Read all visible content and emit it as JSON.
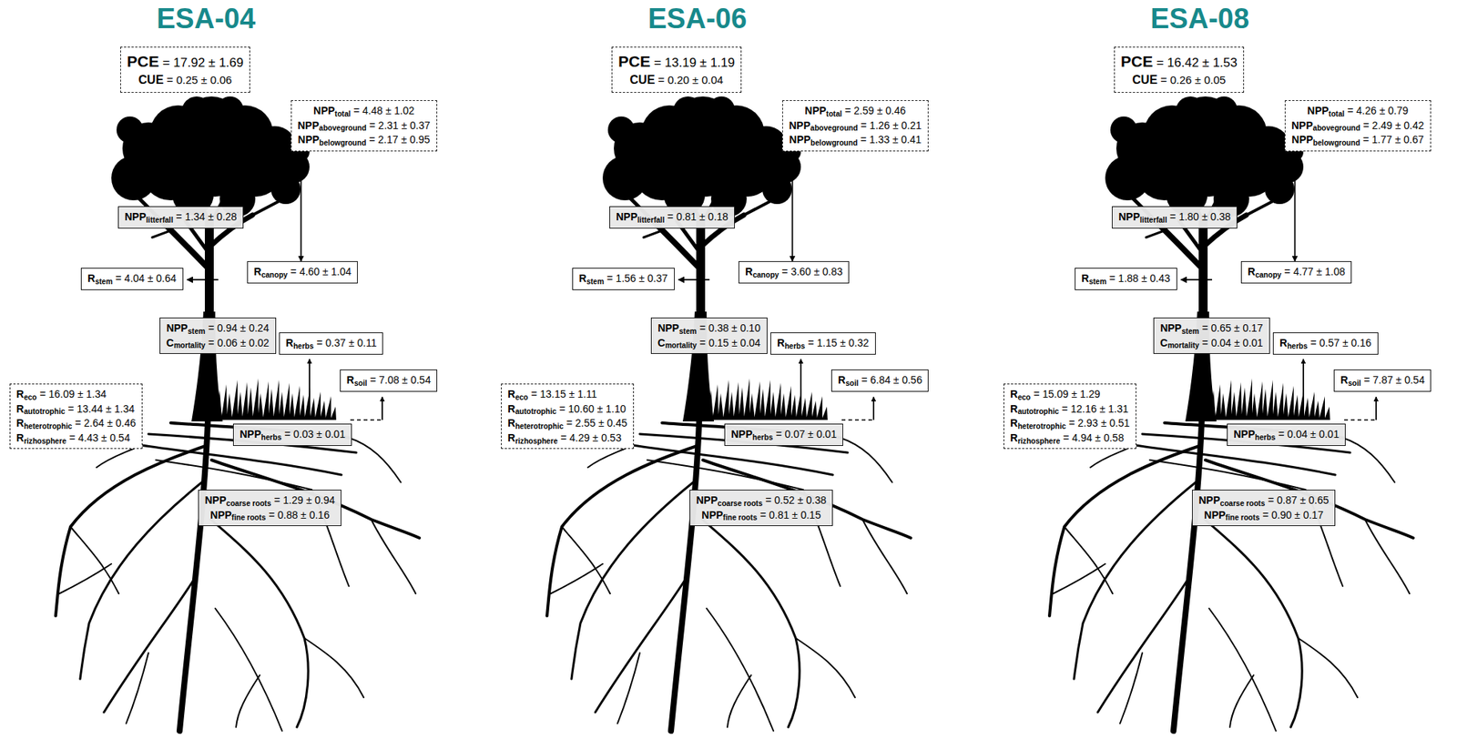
{
  "diagram": {
    "nodes": [
      {
        "text": [
          "PCE = 17.92 ± 1.69",
          "CUE = 0.25 ± 0.06"
        ]
      },
      {
        "text": [
          "NPPtotal = 4.48 ± 1.02",
          "NPPaboveground = 2.31 ± 0.37",
          "NPPbelowground = 2.17 ± 0.95"
        ]
      },
      {
        "text": [
          "NPPlitterfall = 1.34 ± 0.28"
        ]
      },
      {
        "text": [
          "Rstem = 4.04 ± 0.64"
        ]
      },
      {
        "text": [
          "Rcanopy = 4.60 ± 1.04"
        ]
      },
      {
        "text": [
          "NPPstem = 0.94 ± 0.24",
          "Cmortality = 0.06 ± 0.02"
        ]
      },
      {
        "text": [
          "Rherbs = 0.37 ± 0.11"
        ]
      },
      {
        "text": [
          "Rsoil = 7.08 ± 0.54"
        ]
      },
      {
        "text": [
          "Reco = 16.09 ± 1.34",
          "Rautotrophic = 13.44 ± 1.34",
          "Rheterotrophic = 2.64 ± 0.46",
          "Rrizhosphere = 4.43 ± 0.54"
        ]
      },
      {
        "text": [
          "NPPherbs = 0.03 ± 0.01"
        ]
      },
      {
        "text": [
          "NPPcoarse roots = 1.29 ± 0.94",
          "NPPfine roots = 0.88 ± 0.16"
        ]
      },
      {
        "text": [
          "PCE = 13.19 ± 1.19",
          "CUE = 0.20 ± 0.04"
        ]
      },
      {
        "text": [
          "NPPtotal = 2.59 ± 0.46",
          "NPPaboveground = 1.26 ± 0.21",
          "NPPbelowground = 1.33 ± 0.41"
        ]
      },
      {
        "text": [
          "NPPlitterfall = 0.81 ± 0.18"
        ]
      },
      {
        "text": [
          "Rstem = 1.56 ± 0.37"
        ]
      },
      {
        "text": [
          "Rcanopy = 3.60 ± 0.83"
        ]
      },
      {
        "text": [
          "NPPstem = 0.38 ± 0.10",
          "Cmortality = 0.15 ± 0.04"
        ]
      },
      {
        "text": [
          "Rherbs = 1.15 ± 0.32"
        ]
      },
      {
        "text": [
          "Rsoil = 6.84 ± 0.56"
        ]
      },
      {
        "text": [
          "Reco = 13.15 ± 1.11",
          "Rautotrophic = 10.60 ± 1.10",
          "Rheterotrophic = 2.55 ± 0.45",
          "Rrizhosphere = 4.29 ± 0.53"
        ]
      },
      {
        "text": [
          "NPPherbs = 0.07 ± 0.01"
        ]
      },
      {
        "text": [
          "NPPcoarse roots = 0.52 ± 0.38",
          "NPPfine roots = 0.81 ± 0.15"
        ]
      },
      {
        "text": [
          "PCE = 16.42 ± 1.53",
          "CUE = 0.26 ± 0.05"
        ]
      },
      {
        "text": [
          "NPPtotal = 4.26 ± 0.79",
          "NPPaboveground = 2.49 ± 0.42",
          "NPPbelowground = 1.77 ± 0.67"
        ]
      },
      {
        "text": [
          "NPPlitterfall = 1.80 ± 0.38"
        ]
      },
      {
        "text": [
          "Rstem = 1.88 ± 0.43"
        ]
      },
      {
        "text": [
          "Rcanopy = 4.77 ± 1.08"
        ]
      },
      {
        "text": [
          "NPPstem = 0.65 ± 0.17",
          "Cmortality = 0.04 ± 0.01"
        ]
      },
      {
        "text": [
          "Rherbs = 0.57 ± 0.16"
        ]
      },
      {
        "text": [
          "Rsoil = 7.87 ± 0.54"
        ]
      },
      {
        "text": [
          "Reco = 15.09 ± 1.29",
          "Rautotrophic = 12.16 ± 1.31",
          "Rheterotrophic = 2.93 ± 0.51",
          "Rrizhosphere = 4.94 ± 0.58"
        ]
      },
      {
        "text": [
          "NPPherbs = 0.04 ± 0.01"
        ]
      },
      {
        "text": [
          "NPPcoarse roots = 0.87 ± 0.65",
          "NPPfine roots = 0.90 ± 0.17"
        ]
      }
    ],
    "edges": [
      {
        "from": 1,
        "to": 4,
        "arrow": "to"
      },
      {
        "from": 12,
        "to": 15,
        "arrow": "to"
      },
      {
        "from": 23,
        "to": 26,
        "arrow": "to"
      }
    ],
    "labels": [
      "ESA-04",
      "ESA-06",
      "ESA-08"
    ]
  }
}
